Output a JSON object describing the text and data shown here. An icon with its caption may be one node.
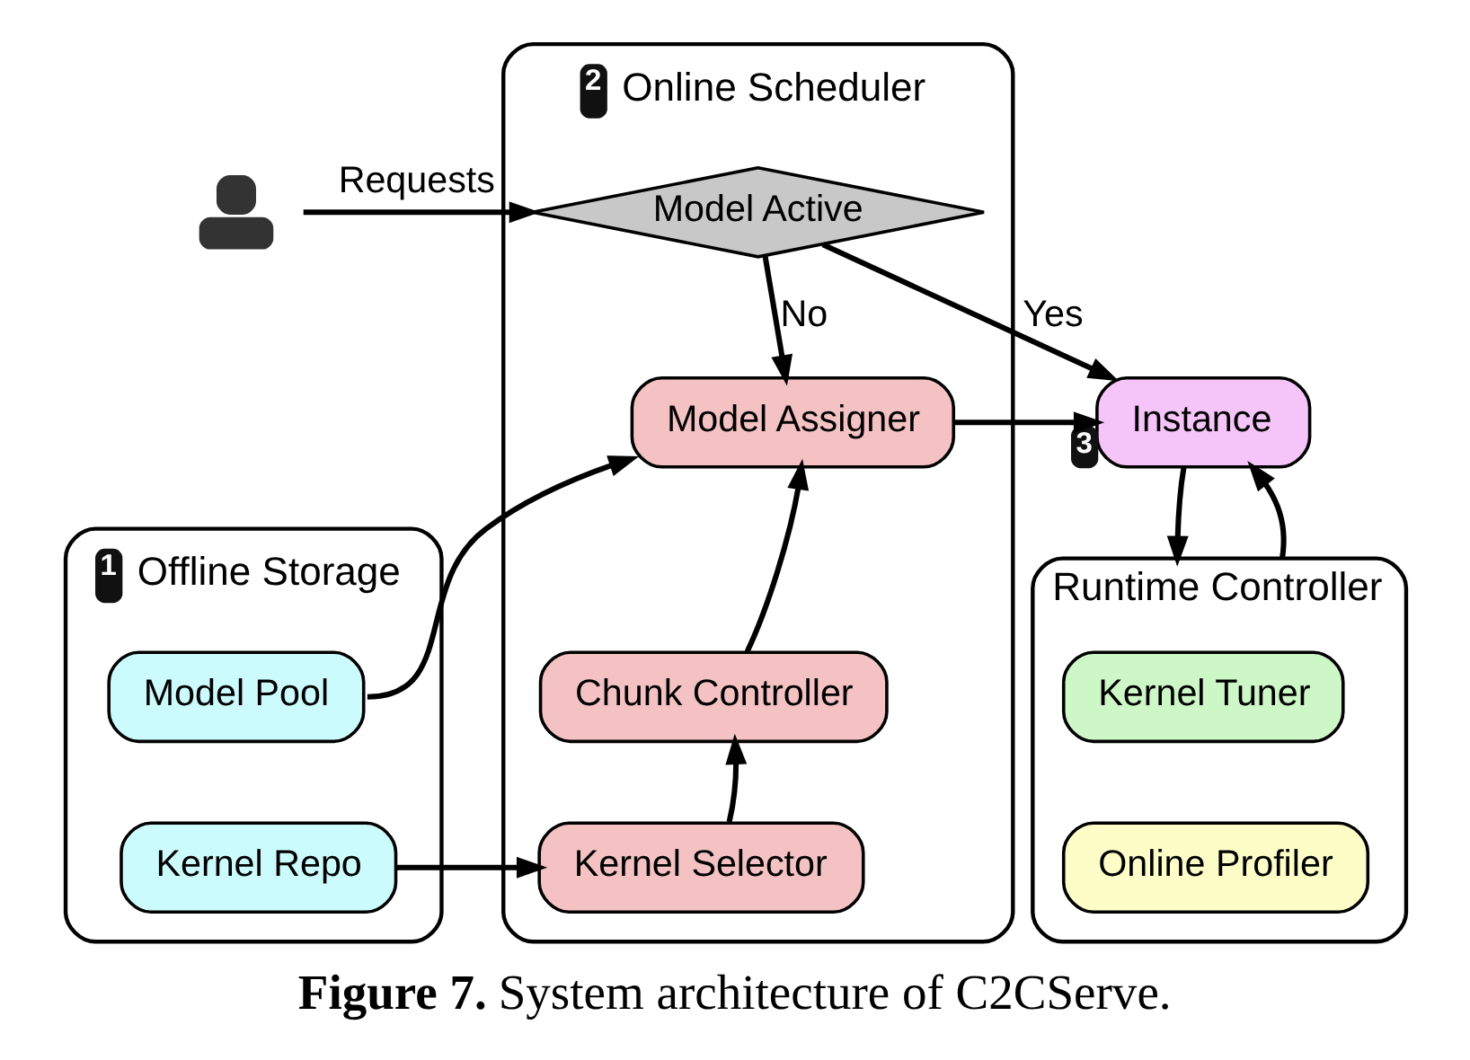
{
  "diagram": {
    "caption": "**Figure 7.** System architecture of C2CServe.",
    "nodes": [
      {
        "text": [],
        "shape": "person"
      },
      {
        "text": [
          "Online Scheduler"
        ],
        "beside": [
          "2"
        ]
      },
      {
        "text": [
          "Model Active"
        ],
        "in": 1
      },
      {
        "text": [
          "Model Assigner"
        ],
        "in": 1
      },
      {
        "text": [
          "Chunk Controller"
        ],
        "in": 1
      },
      {
        "text": [
          "Kernel Selector"
        ],
        "in": 1
      },
      {
        "text": [
          "Instance"
        ],
        "beside": [
          "3"
        ]
      },
      {
        "text": [
          "Offline Storage"
        ],
        "beside": [
          "1"
        ]
      },
      {
        "text": [
          "Model Pool"
        ],
        "in": 7
      },
      {
        "text": [
          "Kernel Repo"
        ],
        "in": 7
      },
      {
        "text": [
          "Runtime Controller"
        ]
      },
      {
        "text": [
          "Kernel Tuner"
        ],
        "in": 10
      },
      {
        "text": [
          "Online Profiler"
        ],
        "in": 10
      }
    ],
    "edges": [
      {
        "from": 0,
        "to": 2,
        "arrow": "to",
        "label": "Requests"
      },
      {
        "from": 2,
        "to": 6,
        "arrow": "to",
        "label": "Yes"
      },
      {
        "from": 2,
        "to": 3,
        "arrow": "to",
        "label": "No"
      },
      {
        "from": 8,
        "to": 3,
        "arrow": "to"
      },
      {
        "from": 9,
        "to": 5,
        "arrow": "to"
      },
      {
        "from": 5,
        "to": 4,
        "arrow": "to"
      },
      {
        "from": 4,
        "to": 3,
        "arrow": "to"
      },
      {
        "from": 3,
        "to": 6,
        "arrow": "to"
      },
      {
        "from": 6,
        "to": 10,
        "arrow": "to"
      },
      {
        "from": 10,
        "to": 6,
        "arrow": "to"
      }
    ]
  }
}
